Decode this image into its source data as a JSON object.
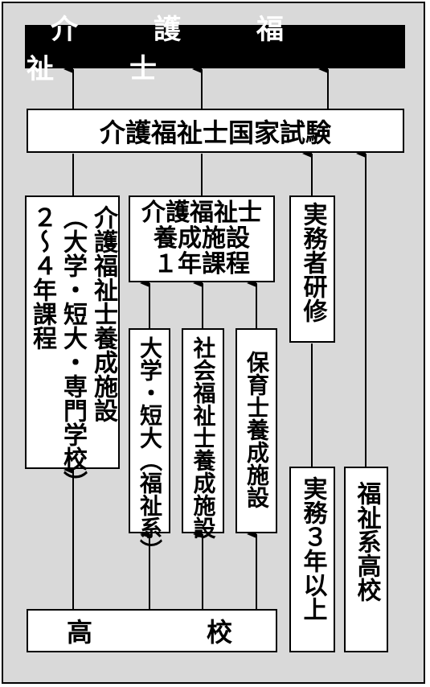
{
  "diagram": {
    "title": "介　護　福　祉　士",
    "exam": "介護福祉士国家試験",
    "univ_course": {
      "col_right": "介護福祉士養成施設",
      "col_middle": "（大学・短大・専門学校）",
      "col_left": "２〜４年課程"
    },
    "care_facility": {
      "line1": "介護福祉士",
      "line2": "養成施設",
      "line3": "１年課程"
    },
    "practice_training": "実務者研修",
    "univ_welfare": "大学・短大（福祉系）",
    "social_welfare": "社会福祉士養成施設",
    "childcare": "保育士養成施設",
    "experience": "実務３年以上",
    "welfare_high_school": "福祉系高校",
    "high_school": {
      "char1": "高",
      "char2": "校"
    }
  },
  "colors": {
    "background": "#d9d9d9",
    "title_background": "#000000",
    "title_text": "#ffffff",
    "box": "#ffffff",
    "line": "#000000"
  }
}
